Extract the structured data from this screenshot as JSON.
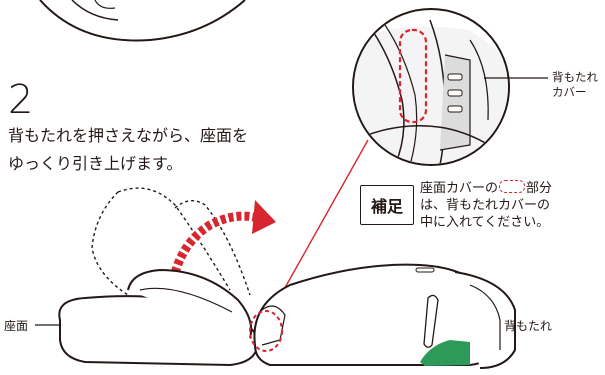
{
  "step": {
    "number": "2",
    "instruction_line1": "背もたれを押さえながら、座面を",
    "instruction_line2": "ゆっくり引き上げます。"
  },
  "labels": {
    "backrest_cover_line1": "背もたれ",
    "backrest_cover_line2": "カバー",
    "seat": "座面",
    "backrest": "背もたれ"
  },
  "note": {
    "badge": "補足",
    "line1_before": "座面カバーの",
    "line1_after": "部分",
    "line2": "は、背もたれカバーの",
    "line3": "中に入れてください。"
  },
  "colors": {
    "accent_red": "#d7262f",
    "green_part": "#2e9a5a",
    "line": "#231815"
  }
}
